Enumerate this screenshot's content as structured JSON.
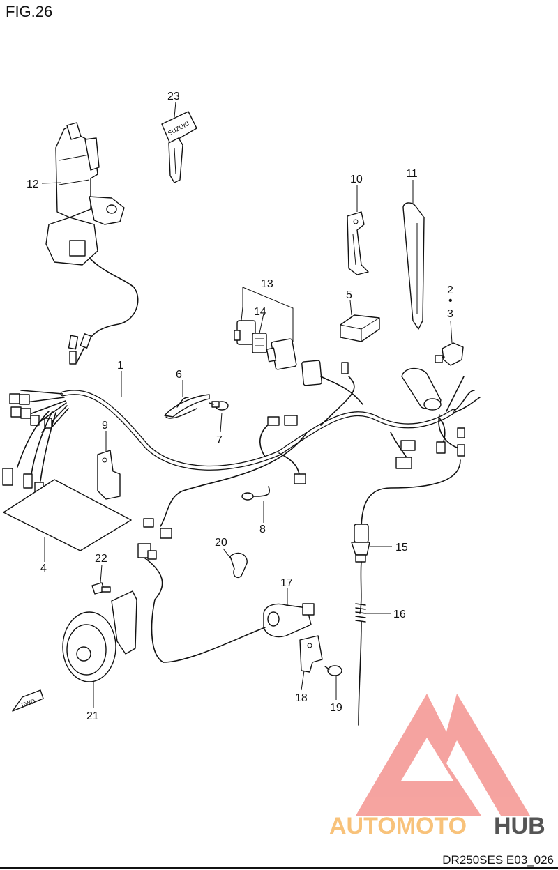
{
  "figure": {
    "title": "FIG.26",
    "code": "DR250SES E03_026"
  },
  "key_text": "SUZUKI",
  "fwd_label": "FWD",
  "watermark": {
    "part1": "AUTOMOTO",
    "part2": "HUB",
    "color_main": "#f59a96",
    "color_hub": "#555555",
    "color_auto": "#f8c27a"
  },
  "callouts": {
    "c1": "1",
    "c2": "2",
    "c2dot": "•",
    "c3": "3",
    "c4": "4",
    "c5": "5",
    "c6": "6",
    "c7": "7",
    "c8": "8",
    "c9": "9",
    "c10": "10",
    "c11": "11",
    "c12": "12",
    "c13": "13",
    "c14": "14",
    "c15": "15",
    "c16": "16",
    "c17": "17",
    "c18": "18",
    "c19": "19",
    "c20": "20",
    "c21": "21",
    "c22": "22",
    "c23": "23"
  }
}
